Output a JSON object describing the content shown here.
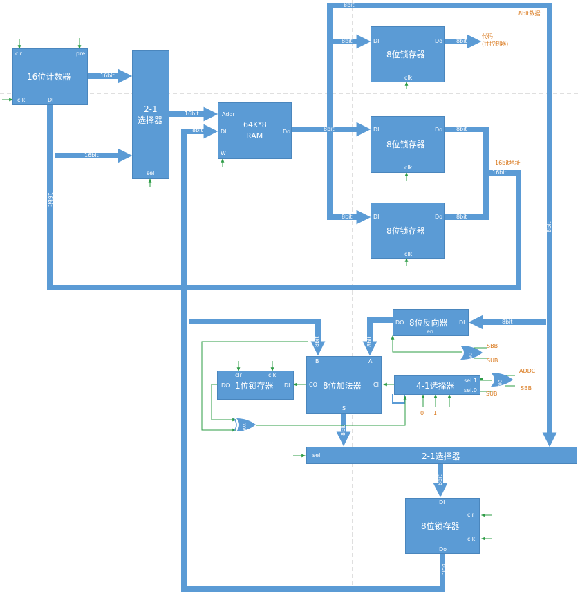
{
  "blocks": {
    "counter16": {
      "title": "16位计数器",
      "clr": "clr",
      "pre": "pre",
      "clk": "clk",
      "di": "DI"
    },
    "mux2_top": {
      "title1": "2-1",
      "title2": "选择器",
      "sel": "sel"
    },
    "ram": {
      "title1": "64K*8",
      "title2": "RAM",
      "addr": "Addr",
      "di": "DI",
      "w": "W",
      "do": "Do"
    },
    "latch_a": {
      "title": "8位锁存器",
      "di": "DI",
      "do": "Do",
      "clk": "clk"
    },
    "latch_b": {
      "title": "8位锁存器",
      "di": "DI",
      "do": "Do",
      "clk": "clk"
    },
    "latch_c": {
      "title": "8位锁存器",
      "di": "DI",
      "do": "Do",
      "clk": "clk"
    },
    "inverter8": {
      "title": "8位反向器",
      "do": "DO",
      "di": "DI",
      "en": "en"
    },
    "latch1": {
      "title": "1位锁存器",
      "do": "DO",
      "di": "DI",
      "clr": "clr",
      "clk": "clk"
    },
    "adder8": {
      "title": "8位加法器",
      "b": "B",
      "a": "A",
      "co": "CO",
      "ci": "CI",
      "s": "S"
    },
    "mux4": {
      "title": "4-1选择器",
      "sel1": "sel.1",
      "sel0": "sel.0"
    },
    "mux2_bottom": {
      "title": "2-1选择器",
      "sel": "sel"
    },
    "latch_out": {
      "title": "8位锁存器",
      "di": "DI",
      "do": "Do",
      "clr": "clr",
      "clk": "clk"
    }
  },
  "gates": {
    "or_sbb": "OR",
    "or_addc": "OR",
    "xor": "XOR"
  },
  "bus_labels": {
    "b16a": "16bit",
    "b16b": "16bit",
    "b16c": "16bit",
    "b16d": "16bit",
    "b8_ram_di": "8bit",
    "b8_ram_do": "8bit",
    "b8_top": "8bit",
    "b8_latch_a": "8bit",
    "b8_latch_a_out": "8bit",
    "b8_latch_b_out": "8bit",
    "b8_latch_c_in": "8bit",
    "b8_latch_c_out": "8bit",
    "b16_addr": "16bit",
    "b8_right": "8bit",
    "b8_inv_in": "8bit",
    "b8_adder_b": "8bit",
    "b8_adder_a": "8bit",
    "b8_adder_s": "8bit",
    "b8_mux_out": "8bit",
    "b8_latch_out": "8bit"
  },
  "annotations": {
    "data8": "8bit数据",
    "code1": "代码",
    "code2": "(往控制器)",
    "addr16": "16bit地址",
    "sbb1": "SBB",
    "sub1": "SUB",
    "addc": "ADDC",
    "sbb2": "SBB",
    "sub2": "SUB",
    "zero": "0",
    "one": "1"
  },
  "colors": {
    "block": "#5b9bd5",
    "wire": "#5b9bd5",
    "control": "#2e9c46",
    "note": "#d9781c",
    "guide": "#bfbfbf"
  }
}
